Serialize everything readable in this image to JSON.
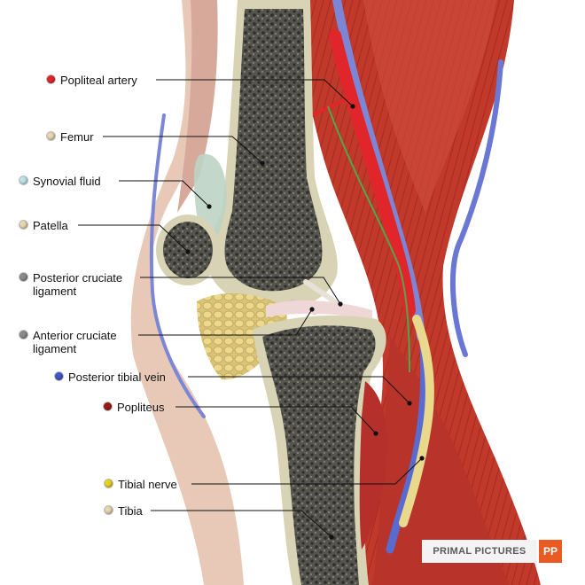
{
  "labels": [
    {
      "key": "popliteal-artery",
      "text": "Popliteal artery",
      "color": "#e0262b"
    },
    {
      "key": "femur",
      "text": "Femur",
      "color": "#e8d6b0"
    },
    {
      "key": "synovial-fluid",
      "text": "Synovial fluid",
      "color": "#bfe3ea"
    },
    {
      "key": "patella",
      "text": "Patella",
      "color": "#e8d6b0"
    },
    {
      "key": "posterior-cruciate-ligament",
      "text": "Posterior cruciate\nligament",
      "color": "#8a8a8a"
    },
    {
      "key": "anterior-cruciate-ligament",
      "text": "Anterior cruciate\nligament",
      "color": "#8a8a8a"
    },
    {
      "key": "posterior-tibial-vein",
      "text": "Posterior tibial vein",
      "color": "#3f58c8"
    },
    {
      "key": "popliteus",
      "text": "Popliteus",
      "color": "#9a1a18"
    },
    {
      "key": "tibial-nerve",
      "text": "Tibial nerve",
      "color": "#e8d21c"
    },
    {
      "key": "tibia",
      "text": "Tibia",
      "color": "#e8d6b0"
    }
  ],
  "brand": {
    "name": "PRIMAL PICTURES",
    "logo": "PP"
  }
}
